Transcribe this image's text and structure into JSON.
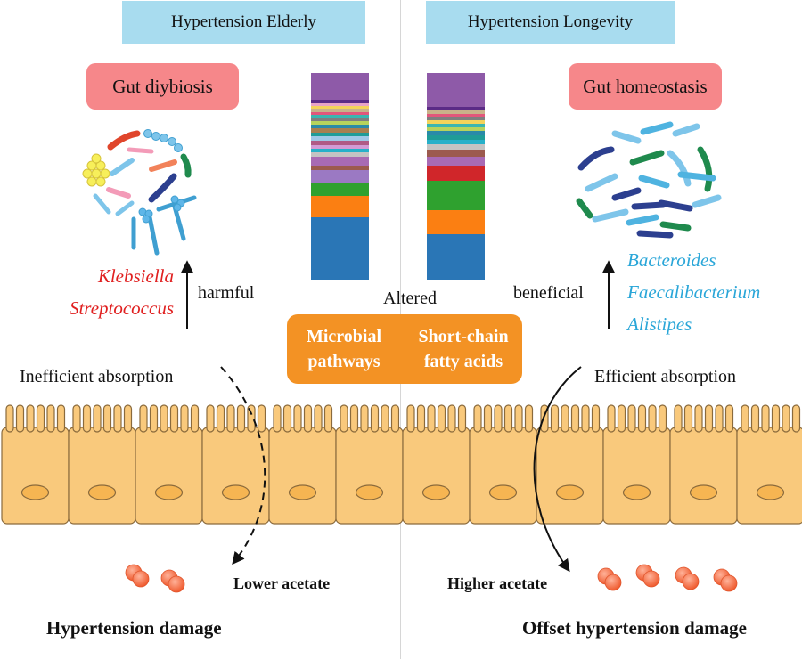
{
  "left": {
    "header": "Hypertension  Elderly",
    "state": "Gut diybiosis",
    "taxa": [
      "Klebsiella",
      "Streptococcus"
    ],
    "arrow_label": "harmful",
    "absorption": "Inefficient absorption",
    "acetate": "Lower acetate",
    "outcome": "Hypertension damage"
  },
  "right": {
    "header": "Hypertension  Longevity",
    "state": "Gut homeostasis",
    "taxa": [
      "Bacteroides",
      "Faecalibacterium",
      "Alistipes"
    ],
    "arrow_label": "beneficial",
    "absorption": "Efficient absorption",
    "acetate": "Higher acetate",
    "outcome": "Offset hypertension damage"
  },
  "center": {
    "altered": "Altered",
    "left_box": [
      "Microbial",
      "pathways"
    ],
    "right_box": [
      "Short-chain",
      "fatty acids"
    ]
  },
  "colors": {
    "banner": "#a8dcef",
    "state_box": "#f6878a",
    "center_box": "#f39224",
    "harmful_text": "#e02020",
    "beneficial_text": "#2aa6d8",
    "cell_fill": "#f9c97c",
    "cell_stroke": "#8a6a3c",
    "acetate_dot": "#f0643a"
  },
  "icons": {
    "arrow": "up-arrow-icon",
    "flow_dashed": "dashed-arrow-icon",
    "flow_solid": "solid-arrow-icon"
  }
}
